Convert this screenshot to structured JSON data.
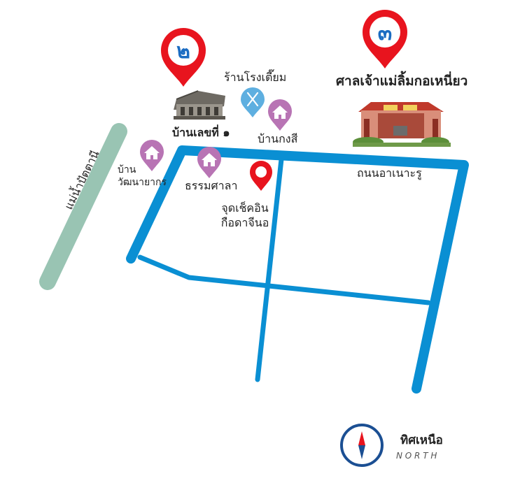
{
  "map": {
    "colors": {
      "road": "#0a8fd3",
      "river": "#99c4b3",
      "pin_red": "#e8141e",
      "pin_purple": "#b874b4",
      "pin_blue": "#5eafe0",
      "compass_ring": "#1b4f93"
    },
    "river": {
      "label": "แม่น้ำปัตตานี"
    },
    "landmarks": {
      "lm2": {
        "number": "๒",
        "name": "บ้านเลขที่ ๑",
        "icon": "old-house-photo"
      },
      "lm3": {
        "number": "๓",
        "name": "ศาลเจ้าแม่ลิ้มกอเหนี่ยว",
        "icon": "shrine-photo"
      }
    },
    "places": {
      "restaurant": {
        "label": "ร้านโรงเตี๊ยม",
        "icon": "fork-knife-icon"
      },
      "kongsi": {
        "label": "บ้านกงสี",
        "icon": "house-icon"
      },
      "wattana_line1": "บ้าน",
      "wattana_line2": "วัฒนายากร",
      "thammasala": {
        "label": "ธรรมศาลา",
        "icon": "house-icon"
      },
      "checkin_line1": "จุดเช็คอิน",
      "checkin_line2": "กือดาจีนอ"
    },
    "road_label": "ถนนอาเนาะรู",
    "compass": {
      "title": "ทิศเหนือ",
      "subtitle": "N O R T H"
    }
  }
}
